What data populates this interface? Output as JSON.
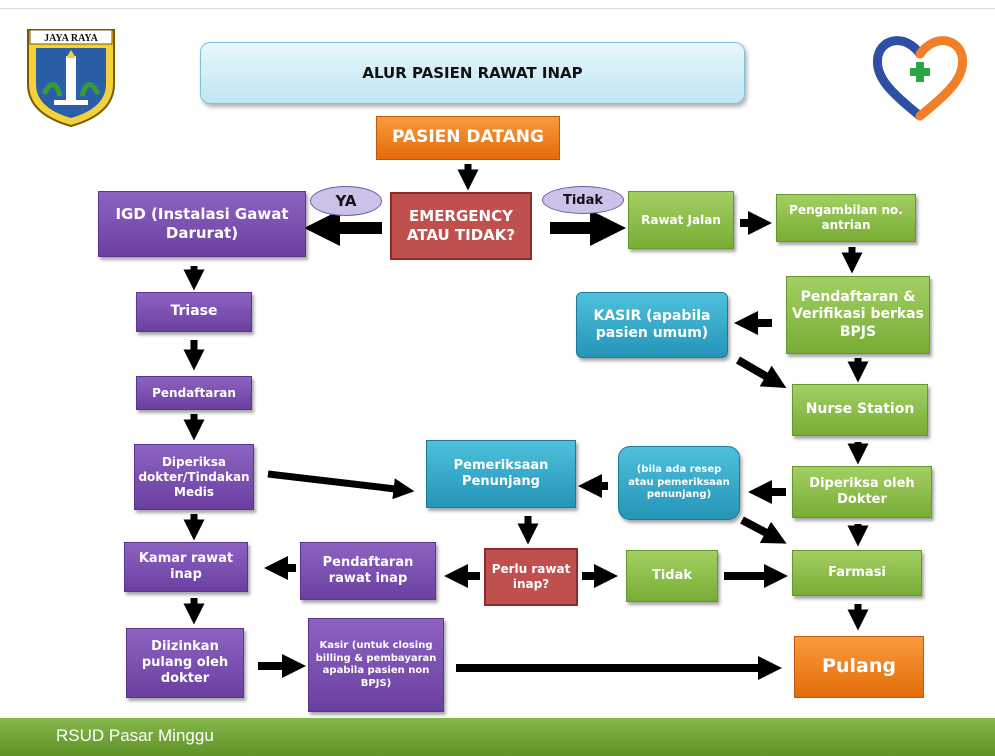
{
  "title": "ALUR PASIEN RAWAT INAP",
  "logo_left": {
    "text": "JAYA RAYA"
  },
  "logo_right": {},
  "nodes": {
    "pasien_datang": "PASIEN DATANG",
    "emergency": "EMERGENCY ATAU TIDAK?",
    "ya": "YA",
    "tidak": "Tidak",
    "igd": "IGD (Instalasi Gawat Darurat)",
    "triase": "Triase",
    "pendaftaran": "Pendaftaran",
    "diperiksa_dokter": "Diperiksa dokter/Tindakan Medis",
    "kamar_rawat_inap": "Kamar rawat inap",
    "diizinkan_pulang": "Diizinkan pulang oleh dokter",
    "rawat_jalan": "Rawat Jalan",
    "pengambilan_antrian": "Pengambilan no. antrian",
    "pendaftaran_verifikasi": "Pendaftaran & Verifikasi berkas BPJS",
    "kasir_umum": "KASIR (apabila pasien umum)",
    "nurse_station": "Nurse Station",
    "diperiksa_oleh_dokter": "Diperiksa oleh Dokter",
    "bila_ada_resep": "(bila ada resep atau pemeriksaan penunjang)",
    "pemeriksaan_penunjang": "Pemeriksaan Penunjang",
    "perlu_rawat_inap": "Perlu rawat inap?",
    "tidak_box": "Tidak",
    "farmasi": "Farmasi",
    "pendaftaran_rawat_inap": "Pendaftaran rawat inap",
    "kasir_closing": "Kasir (untuk closing billing & pembayaran apabila pasien non BPJS)",
    "pulang": "Pulang"
  },
  "footer": {
    "text": "RSUD Pasar Minggu"
  },
  "colors": {
    "purple": "#7a4fb3",
    "green": "#8dc050",
    "red": "#c0504d",
    "orange": "#f58a1f",
    "cyan": "#31acd0",
    "footer": "#74a83a"
  }
}
